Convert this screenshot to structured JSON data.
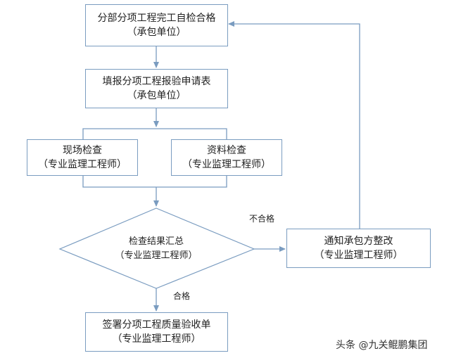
{
  "nodes": {
    "self_check": {
      "line1": "分部分项工程完工自检合格",
      "line2": "（承包单位）"
    },
    "apply": {
      "line1": "填报分项工程报验申请表",
      "line2": "（承包单位）"
    },
    "site_check": {
      "line1": "现场检查",
      "line2": "（专业监理工程师）"
    },
    "doc_check": {
      "line1": "资料检查",
      "line2": "（专业监理工程师）"
    },
    "summary": {
      "line1": "检查结果汇总",
      "line2": "（专业监理工程师）"
    },
    "rectify": {
      "line1": "通知承包方整改",
      "line2": "（专业监理工程师）"
    },
    "sign": {
      "line1": "签署分项工程质量验收单",
      "line2": "（专业监理工程师）"
    }
  },
  "edge_labels": {
    "fail": "不合格",
    "pass": "合格"
  },
  "watermark": "头条 @九关鲲鹏集团",
  "colors": {
    "border": "#7a9cc0",
    "line": "#7a9cc0"
  }
}
